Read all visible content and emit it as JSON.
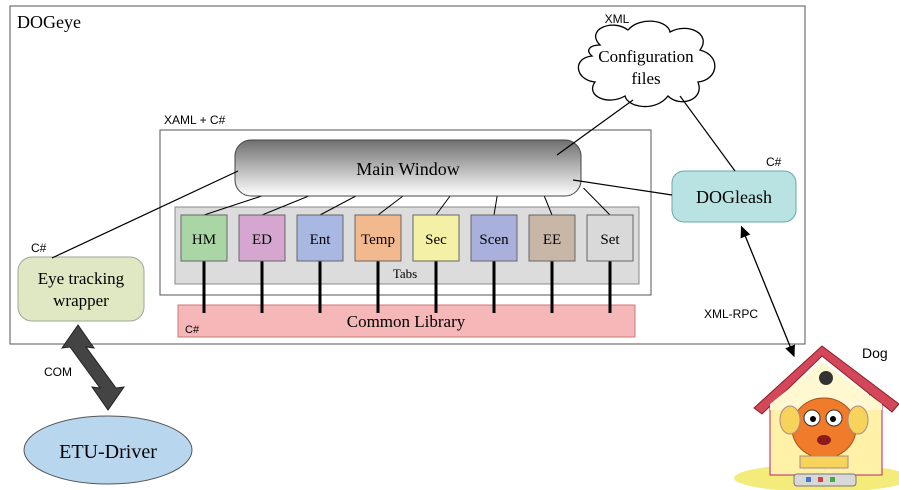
{
  "system": {
    "title": "DOGeye"
  },
  "config": {
    "format": "XML",
    "label_line1": "Configuration",
    "label_line2": "files"
  },
  "gui": {
    "tech": "XAML + C#",
    "main_window": "Main Window",
    "tabs_caption": "Tabs"
  },
  "tabs": [
    {
      "label": "HM",
      "color": "#a9d6a4"
    },
    {
      "label": "ED",
      "color": "#d5a6cf"
    },
    {
      "label": "Ent",
      "color": "#a9b8e3"
    },
    {
      "label": "Temp",
      "color": "#f3b98e"
    },
    {
      "label": "Sec",
      "color": "#f4f0a6"
    },
    {
      "label": "Scen",
      "color": "#a9b0dc"
    },
    {
      "label": "EE",
      "color": "#c8b6a6"
    },
    {
      "label": "Set",
      "color": "#d9d9d9"
    }
  ],
  "common_library": {
    "label": "Common Library",
    "tech": "C#",
    "color": "#f5b7b7"
  },
  "eye_tracking": {
    "tech": "C#",
    "label_line1": "Eye tracking",
    "label_line2": "wrapper",
    "color": "#dfe8c2"
  },
  "dogleash": {
    "tech": "C#",
    "label": "DOGleash",
    "color": "#b9e3e3"
  },
  "etu_driver": {
    "label": "ETU-Driver",
    "color": "#b8d6ee"
  },
  "links": {
    "com": "COM",
    "xml_rpc": "XML-RPC"
  },
  "dog": {
    "label": "Dog"
  }
}
